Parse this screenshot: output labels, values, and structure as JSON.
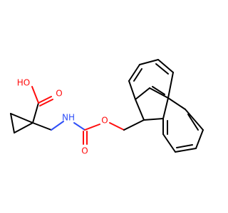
{
  "colors": {
    "carbon": "#000000",
    "oxygen": "#ff0d0d",
    "nitrogen": "#3050f8",
    "background": "#ffffff"
  },
  "labels": {
    "hydroxyl": "HO",
    "carbonyl_oxygen_acid": "O",
    "amine": "NH",
    "carbamate_ester_oxygen": "O",
    "carbamate_carbonyl_oxygen": "O"
  }
}
